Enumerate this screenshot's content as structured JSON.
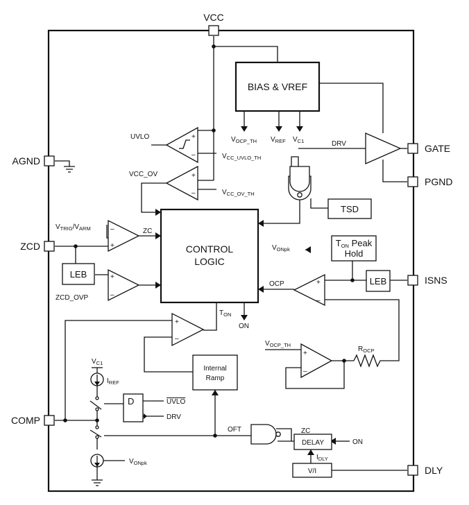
{
  "pins": {
    "vcc": "VCC",
    "agnd": "AGND",
    "zcd": "ZCD",
    "comp": "COMP",
    "gate": "GATE",
    "pgnd": "PGND",
    "isns": "ISNS",
    "dly": "DLY"
  },
  "blocks": {
    "bias_vref": "BIAS & VREF",
    "control_logic_line1": "CONTROL",
    "control_logic_line2": "LOGIC",
    "tsd": "TSD",
    "leb_zcd": "LEB",
    "leb_isns": "LEB",
    "ton_peak_hold_sym": "T",
    "ton_peak_hold_sub": "ON",
    "ton_peak_hold_line1": "Peak",
    "ton_peak_hold_line2": "Hold",
    "internal_ramp_line1": "Internal",
    "internal_ramp_line2": "Ramp",
    "d_flipflop_input": "D",
    "delay": "DELAY",
    "vi": "V/I"
  },
  "signals": {
    "uvlo": "UVLO",
    "vcc_ov": "VCC_OV",
    "vcc_uvlo_th_main": "V",
    "vcc_uvlo_th_sub": "CC_UVLO_TH",
    "vcc_ov_th_main": "V",
    "vcc_ov_th_sub": "CC_OV_TH",
    "vocp_th_top_main": "V",
    "vocp_th_top_sub": "OCP_TH",
    "vref_main": "V",
    "vref_sub": "REF",
    "vc1_top_main": "V",
    "vc1_top_sub": "C1",
    "drv_top": "DRV",
    "vtrig_main": "V",
    "vtrig_sub": "TRIG",
    "vtrig_slash": "/V",
    "varm_sub": "ARM",
    "zc_top": "ZC",
    "zcd_ovp": "ZCD_OVP",
    "ocp": "OCP",
    "vonpk_top_main": "V",
    "vonpk_top_sub": "ONpk",
    "ton_main": "T",
    "ton_sub": "ON",
    "on_bottom": "ON",
    "vocp_th_mid_main": "V",
    "vocp_th_mid_sub": "OCP_TH",
    "rocp_main": "R",
    "rocp_sub": "OCP",
    "vc1_left_main": "V",
    "vc1_left_sub": "C1",
    "iref_main": "I",
    "iref_sub": "REF",
    "uvlo_bar": "UVLO",
    "drv_ff": "DRV",
    "oft": "OFT",
    "zc_delay": "ZC",
    "on_delay": "ON",
    "idly_main": "I",
    "idly_sub": "DLY",
    "vonpk_bottom_main": "V",
    "vonpk_bottom_sub": "ONpk"
  },
  "amp_signs": {
    "plus": "+",
    "minus": "–"
  }
}
